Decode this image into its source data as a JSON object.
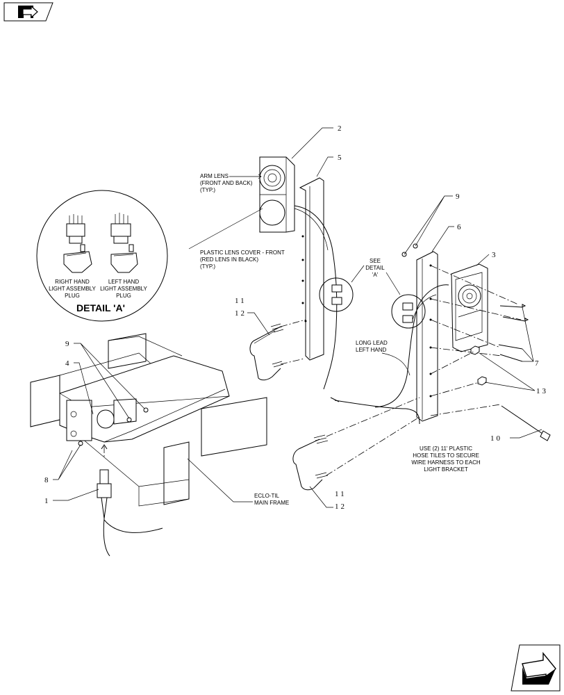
{
  "navigation": {
    "prev_icon": "back-arrow-icon",
    "next_icon": "forward-arrow-icon"
  },
  "labels": {
    "arm_lens": [
      "ARM LENS",
      "(FRONT AND BACK)",
      "(TYP.)"
    ],
    "plastic_lens_cover": [
      "PLASTIC LENS COVER - FRONT",
      "(RED LENS IN BLACK)",
      "(TYP.)"
    ],
    "see_detail": [
      "SEE",
      "DETAIL",
      "'A'"
    ],
    "long_lead": [
      "LONG LEAD",
      "LEFT HAND"
    ],
    "right_hand_plug": [
      "RIGHT HAND",
      "LIGHT ASSEMBLY",
      "PLUG"
    ],
    "left_hand_plug": [
      "LEFT HAND",
      "LIGHT ASSEMBLY",
      "PLUG"
    ],
    "detail_title": "DETAIL 'A'",
    "main_frame": [
      "ECLO-TIL",
      "MAIN FRAME"
    ],
    "note": [
      "USE (2) 11' PLASTIC",
      "HOSE TILES TO SECURE",
      "WIRE HARNESS TO EACH",
      "LIGHT BRACKET"
    ]
  },
  "callouts": {
    "c1": "1",
    "c2": "2",
    "c3": "3",
    "c4": "4",
    "c5": "5",
    "c6": "6",
    "c7": "7",
    "c8": "8",
    "c9a": "9",
    "c9b": "9",
    "c10": "10",
    "c11a": "11",
    "c12a": "12",
    "c11b": "11",
    "c12b": "12",
    "c13": "13"
  }
}
